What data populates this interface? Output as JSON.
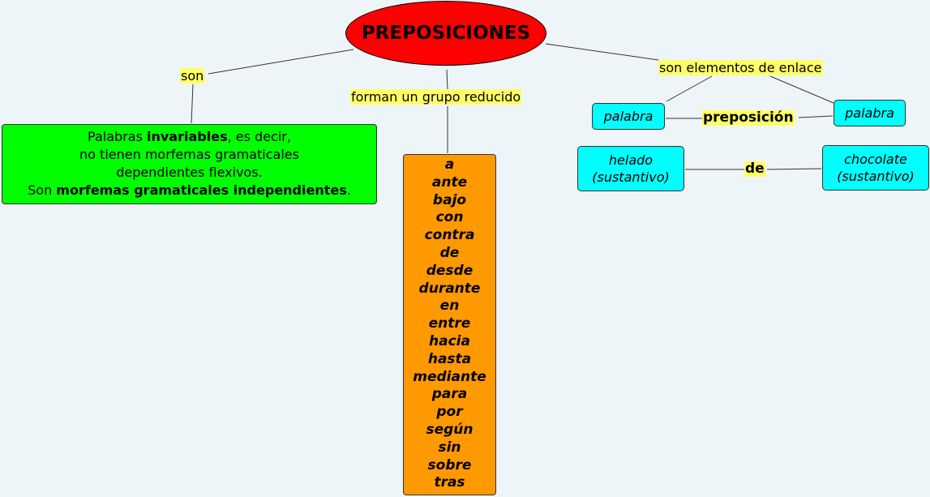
{
  "title": "PREPOSICIONES",
  "links": {
    "son": "son",
    "group": "forman un grupo reducido",
    "link": "son elementos de enlace"
  },
  "definition": {
    "line1_pre": "Palabras ",
    "line1_bold": "invariables",
    "line1_post": ", es decir,",
    "line2": "no tienen morfemas gramaticales",
    "line3": "dependientes flexivos.",
    "line4_pre": "Son ",
    "line4_bold": "morfemas gramaticales independientes",
    "line4_post": "."
  },
  "prepositions": [
    "a",
    "ante",
    "bajo",
    "con",
    "contra",
    "de",
    "desde",
    "durante",
    "en",
    "entre",
    "hacia",
    "hasta",
    "mediante",
    "para",
    "por",
    "según",
    "sin",
    "sobre",
    "tras"
  ],
  "schema": {
    "left": "palabra",
    "middle": "preposición",
    "right": "palabra"
  },
  "example": {
    "left_word": "helado",
    "left_type": "(sustantivo)",
    "middle": "de",
    "right_word": "chocolate",
    "right_type": "(sustantivo)"
  },
  "colors": {
    "background": "#eef5f8",
    "root": "#ff0000",
    "definition_box": "#00ff00",
    "list_box": "#ff9900",
    "word_box": "#00ffff",
    "link_label": "#ffff66"
  }
}
